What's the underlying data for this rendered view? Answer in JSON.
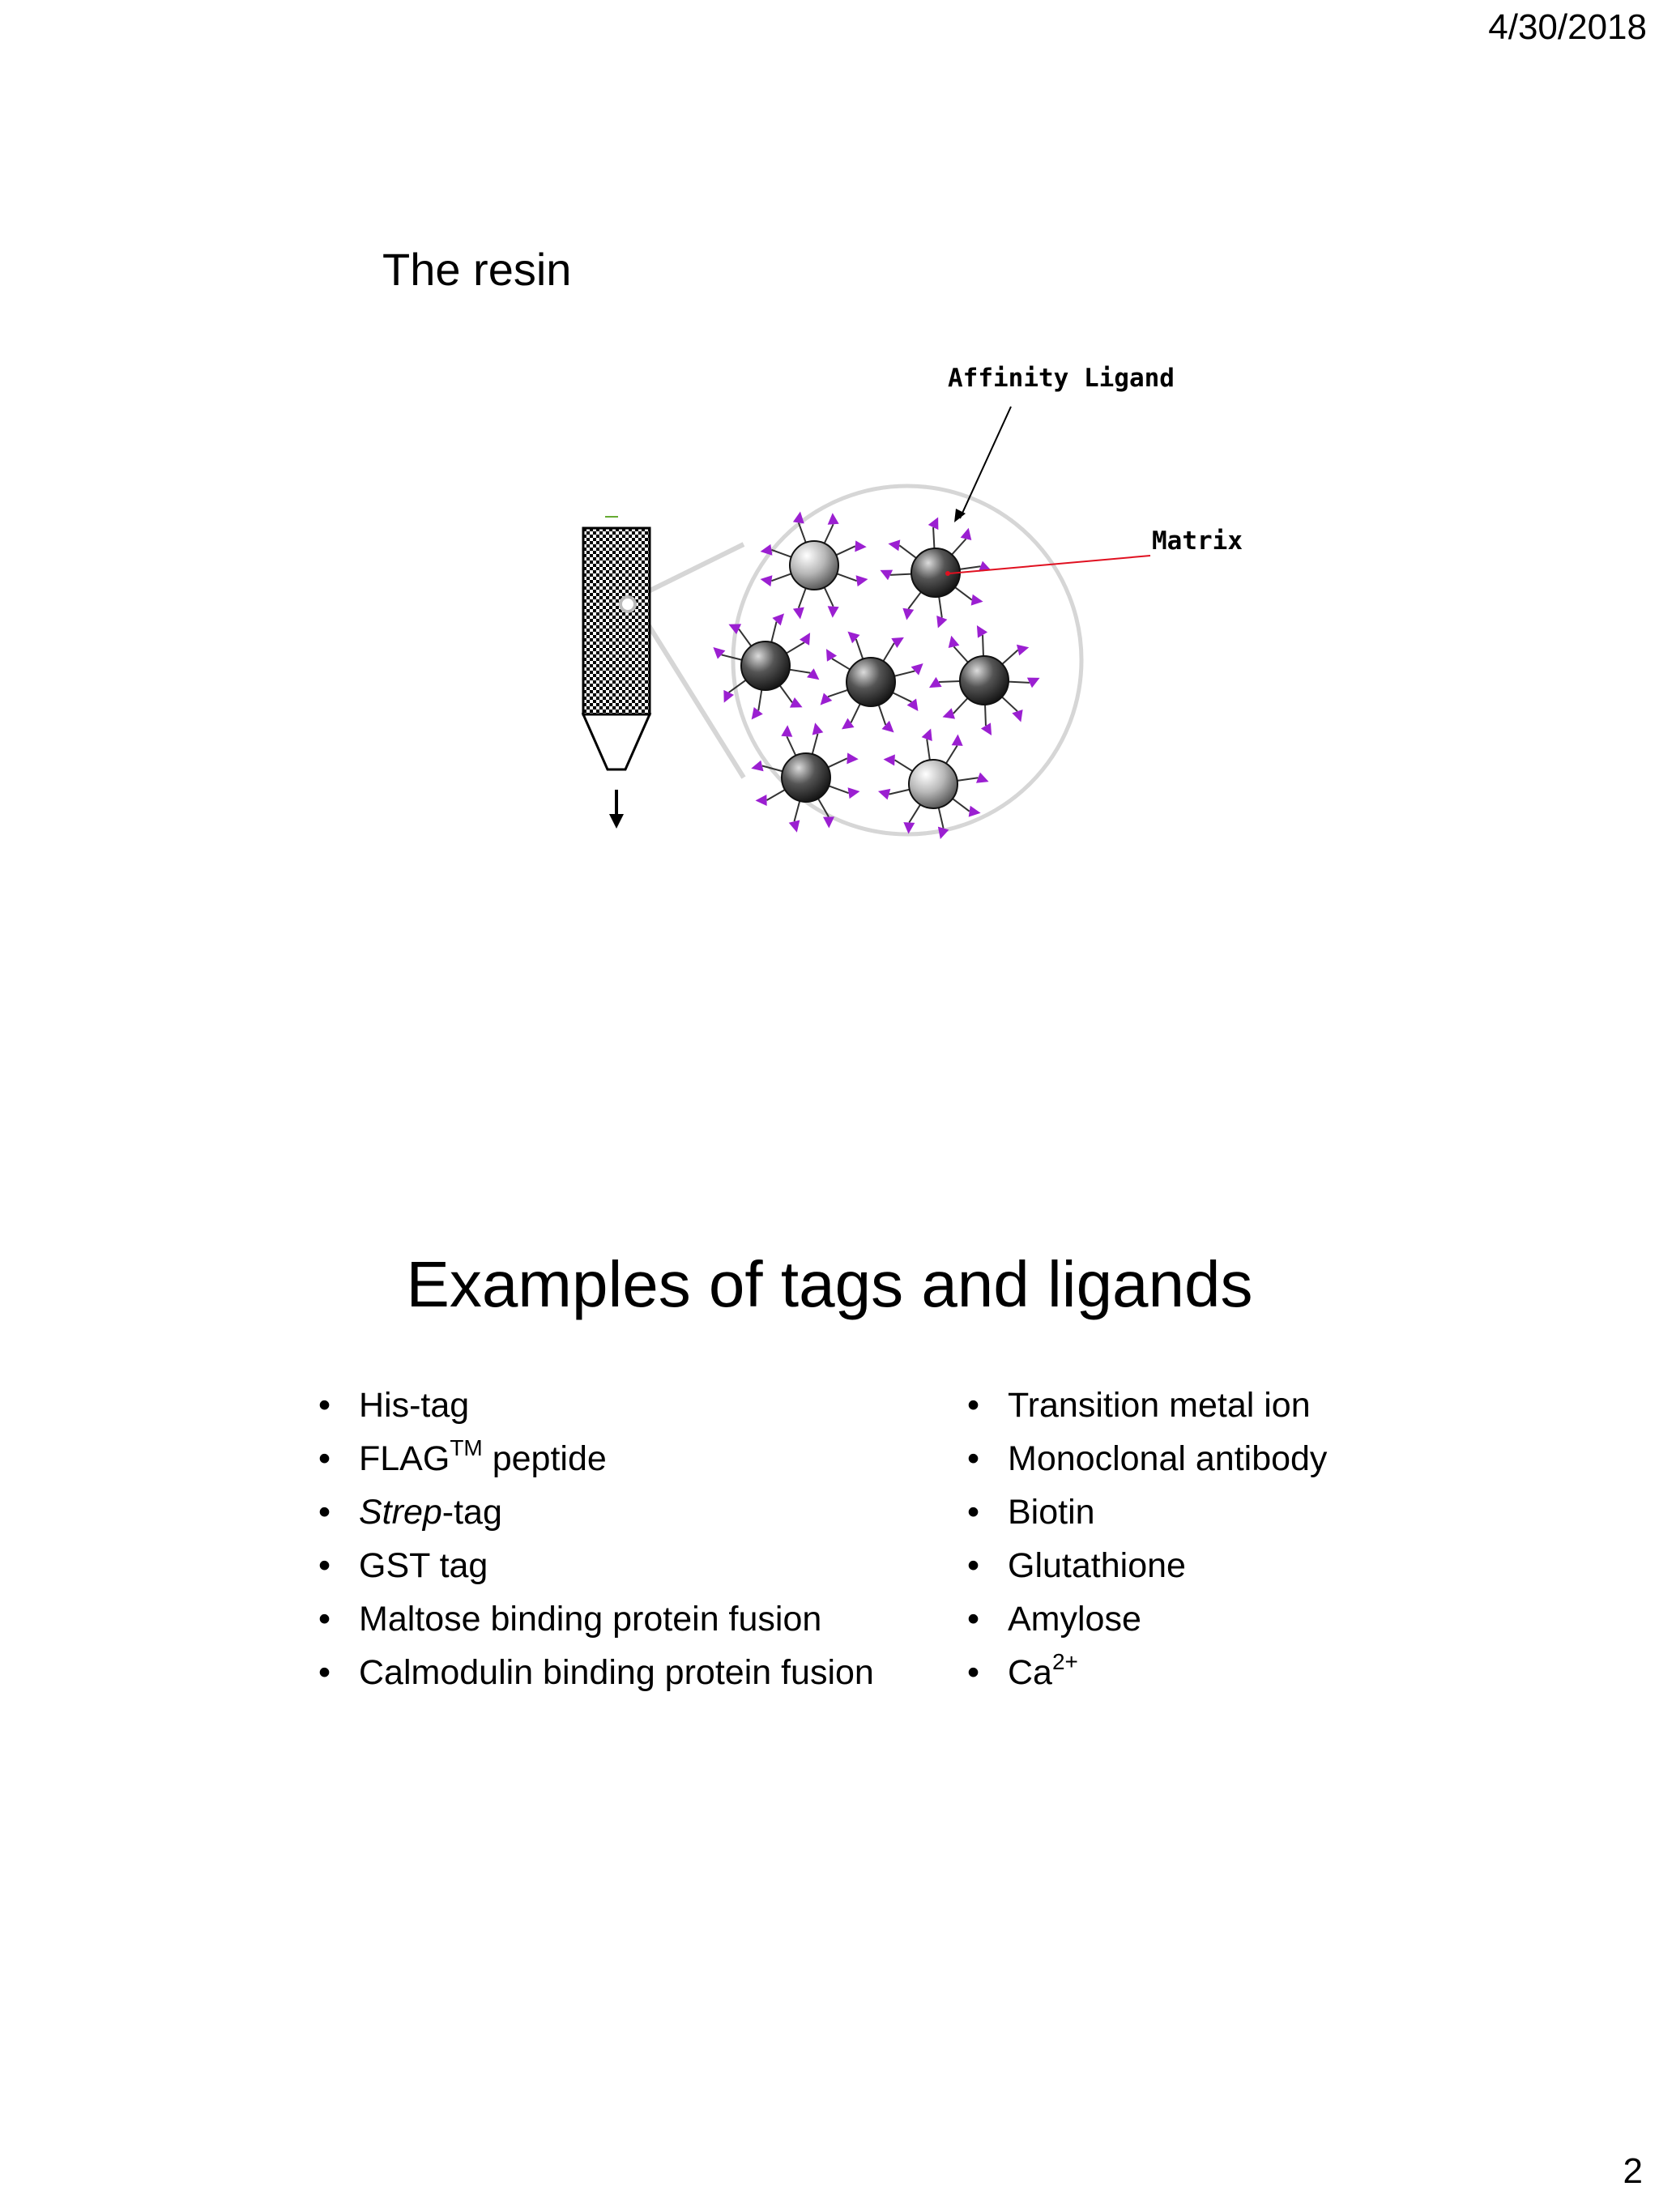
{
  "header": {
    "date": "4/30/2018"
  },
  "slide1": {
    "title": "The resin",
    "labels": {
      "affinity_ligand": "Affinity Ligand",
      "matrix": "Matrix"
    }
  },
  "slide2": {
    "title": "Examples of tags and ligands",
    "tags": [
      {
        "text": "His-tag"
      },
      {
        "text": "FLAG",
        "sup": "TM",
        "suffix": " peptide"
      },
      {
        "italic": "Strep",
        "suffix": "-tag"
      },
      {
        "text": "GST tag"
      },
      {
        "text": "Maltose binding protein fusion"
      },
      {
        "text": "Calmodulin binding protein fusion"
      }
    ],
    "ligands": [
      {
        "text": "Transition metal ion"
      },
      {
        "text": "Monoclonal antibody"
      },
      {
        "text": "Biotin"
      },
      {
        "text": "Glutathione"
      },
      {
        "text": "Amylose"
      },
      {
        "text": "Ca",
        "sup": "2+"
      }
    ]
  },
  "footer": {
    "page_number": "2"
  },
  "colors": {
    "ligand": "#9b1fd1",
    "matrix_line": "#e01020",
    "bead_dark": "#2a2a2a",
    "bead_light": "#d8d8d8"
  }
}
